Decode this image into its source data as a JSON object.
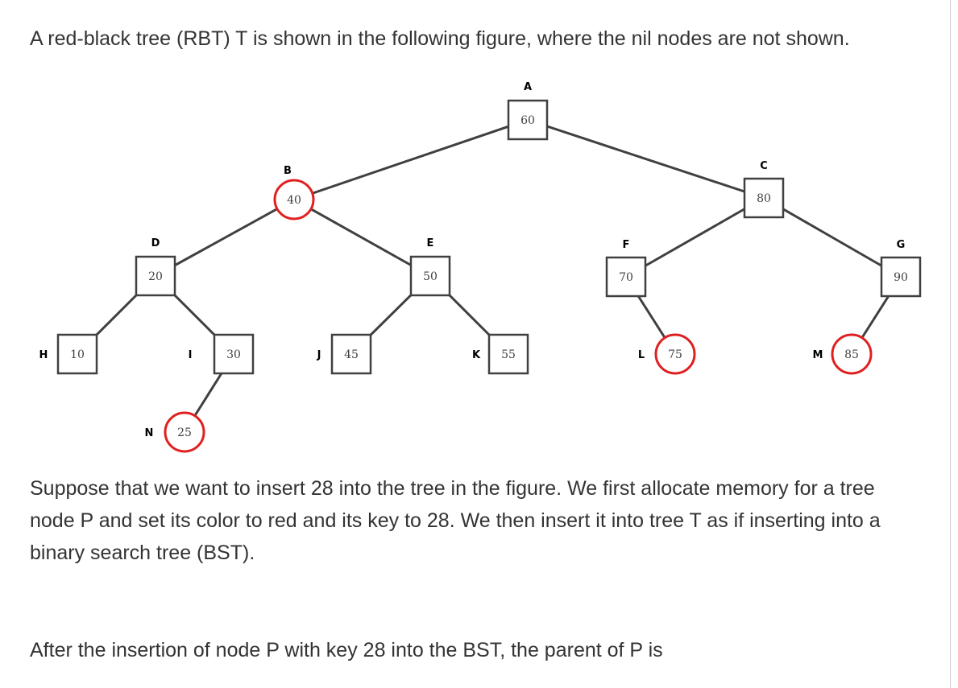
{
  "intro_text": "A red-black tree (RBT) T is shown in the following figure, where the nil nodes are not shown.",
  "paragraph2": "Suppose that we want to insert 28 into the tree in the figure. We first allocate memory for a tree node P and set its color to red and its key to 28. We then insert it into tree T as if inserting into a binary search tree (BST).",
  "question": "After the insertion of node P with key 28 into the BST, the parent of P is",
  "colors": {
    "red": "#e02020",
    "black_border": "#404040",
    "edge": "#404040"
  },
  "tree": {
    "nodes": [
      {
        "id": "A",
        "label": "A",
        "key": "60",
        "color": "black"
      },
      {
        "id": "B",
        "label": "B",
        "key": "40",
        "color": "red"
      },
      {
        "id": "C",
        "label": "C",
        "key": "80",
        "color": "black"
      },
      {
        "id": "D",
        "label": "D",
        "key": "20",
        "color": "black"
      },
      {
        "id": "E",
        "label": "E",
        "key": "50",
        "color": "black"
      },
      {
        "id": "F",
        "label": "F",
        "key": "70",
        "color": "black"
      },
      {
        "id": "G",
        "label": "G",
        "key": "90",
        "color": "black"
      },
      {
        "id": "H",
        "label": "H",
        "key": "10",
        "color": "black"
      },
      {
        "id": "I",
        "label": "I",
        "key": "30",
        "color": "black"
      },
      {
        "id": "J",
        "label": "J",
        "key": "45",
        "color": "black"
      },
      {
        "id": "K",
        "label": "K",
        "key": "55",
        "color": "black"
      },
      {
        "id": "L",
        "label": "L",
        "key": "75",
        "color": "red"
      },
      {
        "id": "M",
        "label": "M",
        "key": "85",
        "color": "red"
      },
      {
        "id": "N",
        "label": "N",
        "key": "25",
        "color": "red"
      }
    ],
    "edges": [
      [
        "A",
        "B"
      ],
      [
        "A",
        "C"
      ],
      [
        "B",
        "D"
      ],
      [
        "B",
        "E"
      ],
      [
        "C",
        "F"
      ],
      [
        "C",
        "G"
      ],
      [
        "D",
        "H"
      ],
      [
        "D",
        "I"
      ],
      [
        "E",
        "J"
      ],
      [
        "E",
        "K"
      ],
      [
        "F",
        "L"
      ],
      [
        "G",
        "M"
      ],
      [
        "I",
        "N"
      ]
    ]
  }
}
